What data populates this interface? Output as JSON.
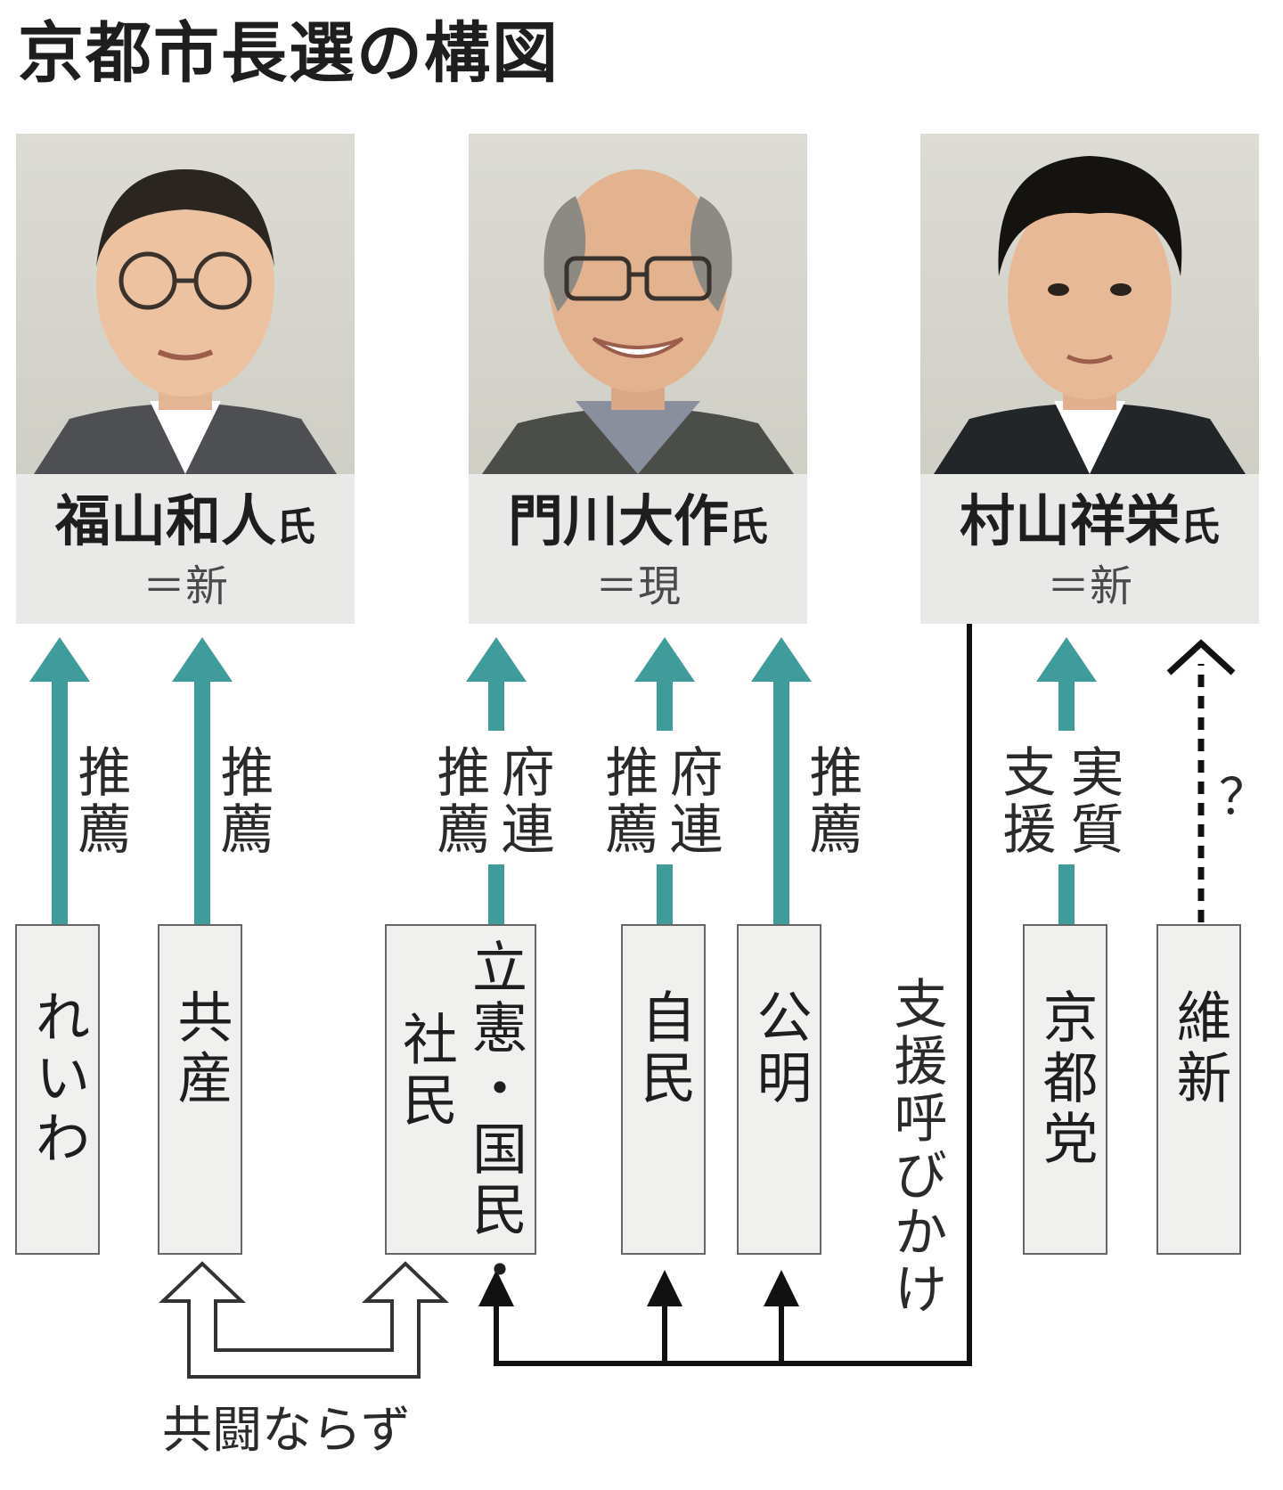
{
  "title": "京都市長選の構図",
  "candidates": [
    {
      "name": "福山和人",
      "suffix": "氏",
      "status": "＝新"
    },
    {
      "name": "門川大作",
      "suffix": "氏",
      "status": "＝現"
    },
    {
      "name": "村山祥栄",
      "suffix": "氏",
      "status": "＝新"
    }
  ],
  "parties": [
    "れいわ",
    "共産",
    "立憲・国民・",
    "社民",
    "自民",
    "公明",
    "京都党",
    "維新"
  ],
  "relations": {
    "recommend": "推薦",
    "prefectural_federation": "府連",
    "de_facto": "実質",
    "support": "支援",
    "unknown": "？",
    "call_for_support": "支援呼びかけ",
    "no_joint_struggle": "共闘ならず"
  },
  "colors": {
    "teal_arrow": "#3f9c9a",
    "black_line": "#111111",
    "card_bg": "#e9eae7"
  }
}
